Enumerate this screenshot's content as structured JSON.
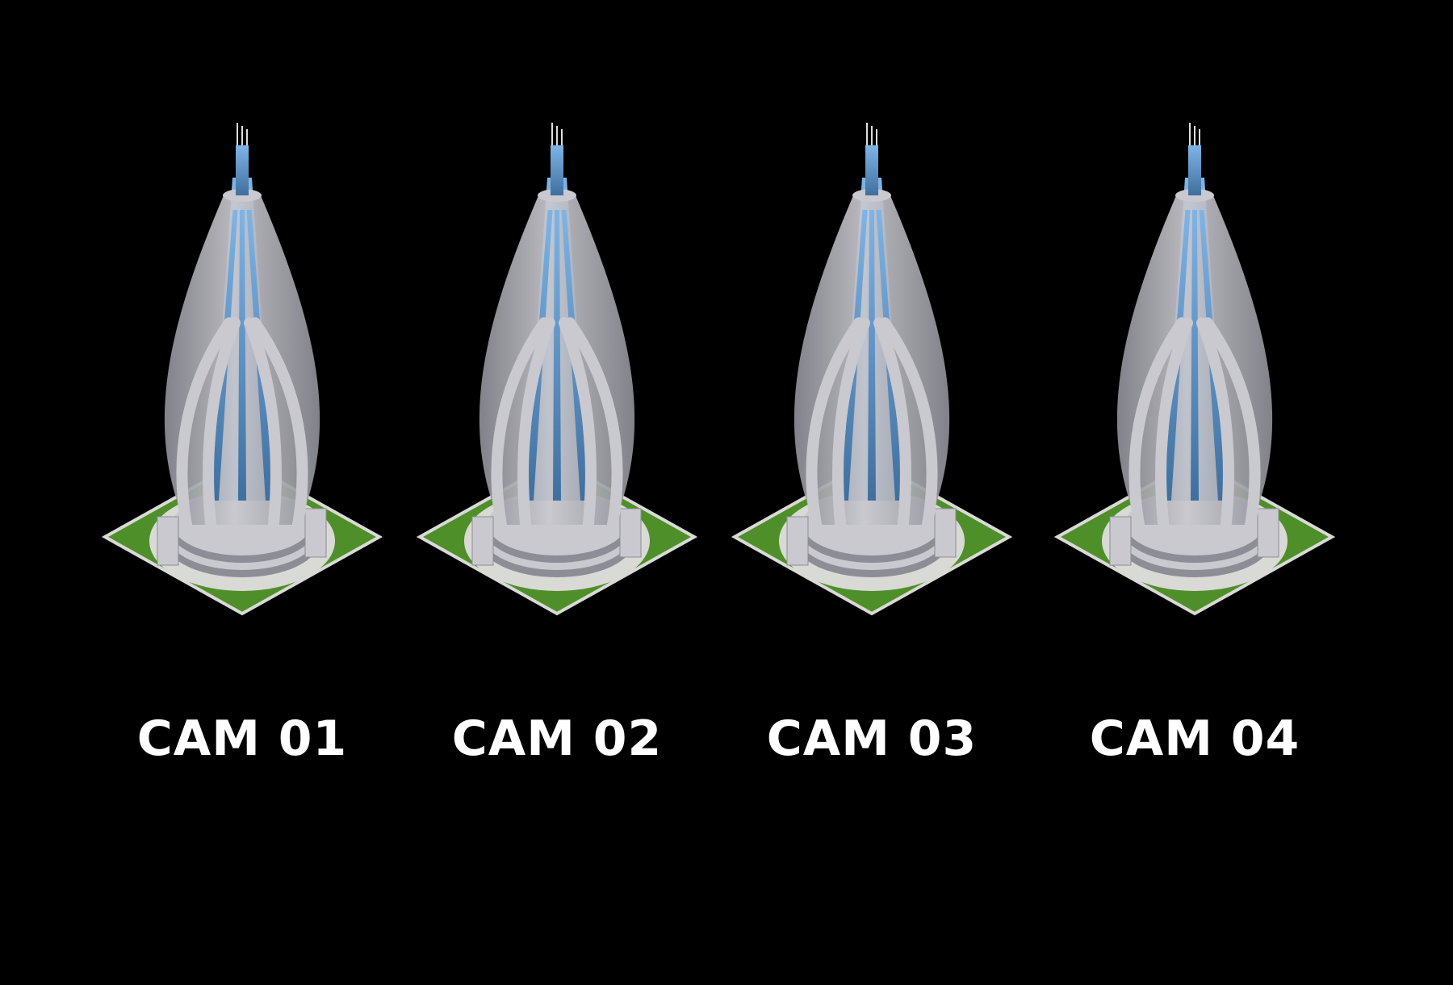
{
  "background_color": "#000000",
  "colors": {
    "grass": "#4f8f2a",
    "grass_dark": "#3a6e1d",
    "paving": "#d9d9d6",
    "concrete": "#c9c9cf",
    "concrete_shadow": "#8d8d96",
    "glass": "#7fb4e6",
    "glass_dark": "#3f6f9e",
    "label": "#ffffff"
  },
  "cameras": [
    {
      "label": "CAM 01"
    },
    {
      "label": "CAM 02"
    },
    {
      "label": "CAM 03"
    },
    {
      "label": "CAM 04"
    }
  ]
}
